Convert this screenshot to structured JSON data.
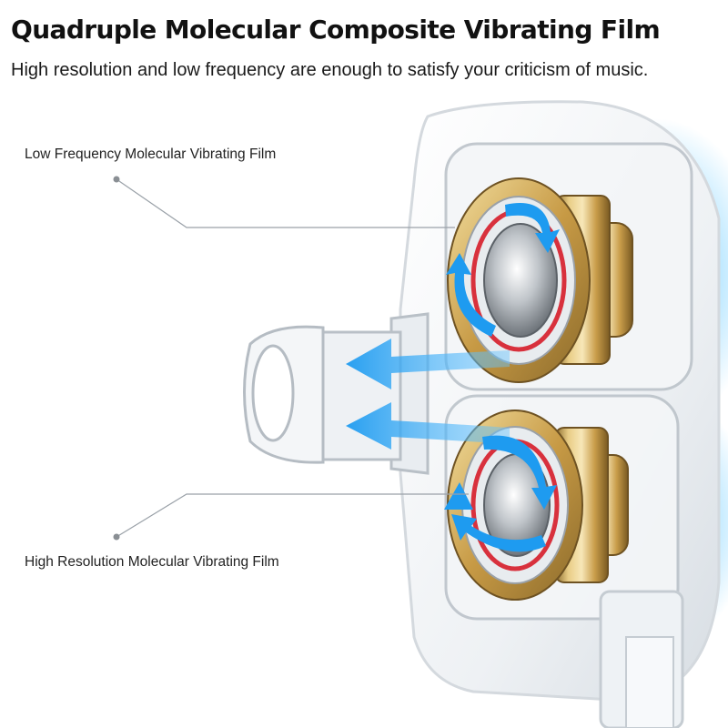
{
  "header": {
    "title": "Quadruple Molecular Composite Vibrating Film",
    "subtitle": "High resolution and low frequency are enough to satisfy your criticism of music."
  },
  "callouts": {
    "low_frequency": "Low Frequency Molecular Vibrating Film",
    "high_resolution": "High Resolution Molecular Vibrating Film"
  },
  "colors": {
    "arrow_blue": "#1e9bf0",
    "driver_gold": "#d9b25a",
    "ring_red": "#d8313d",
    "glow_blue": "#6fd0ff"
  }
}
